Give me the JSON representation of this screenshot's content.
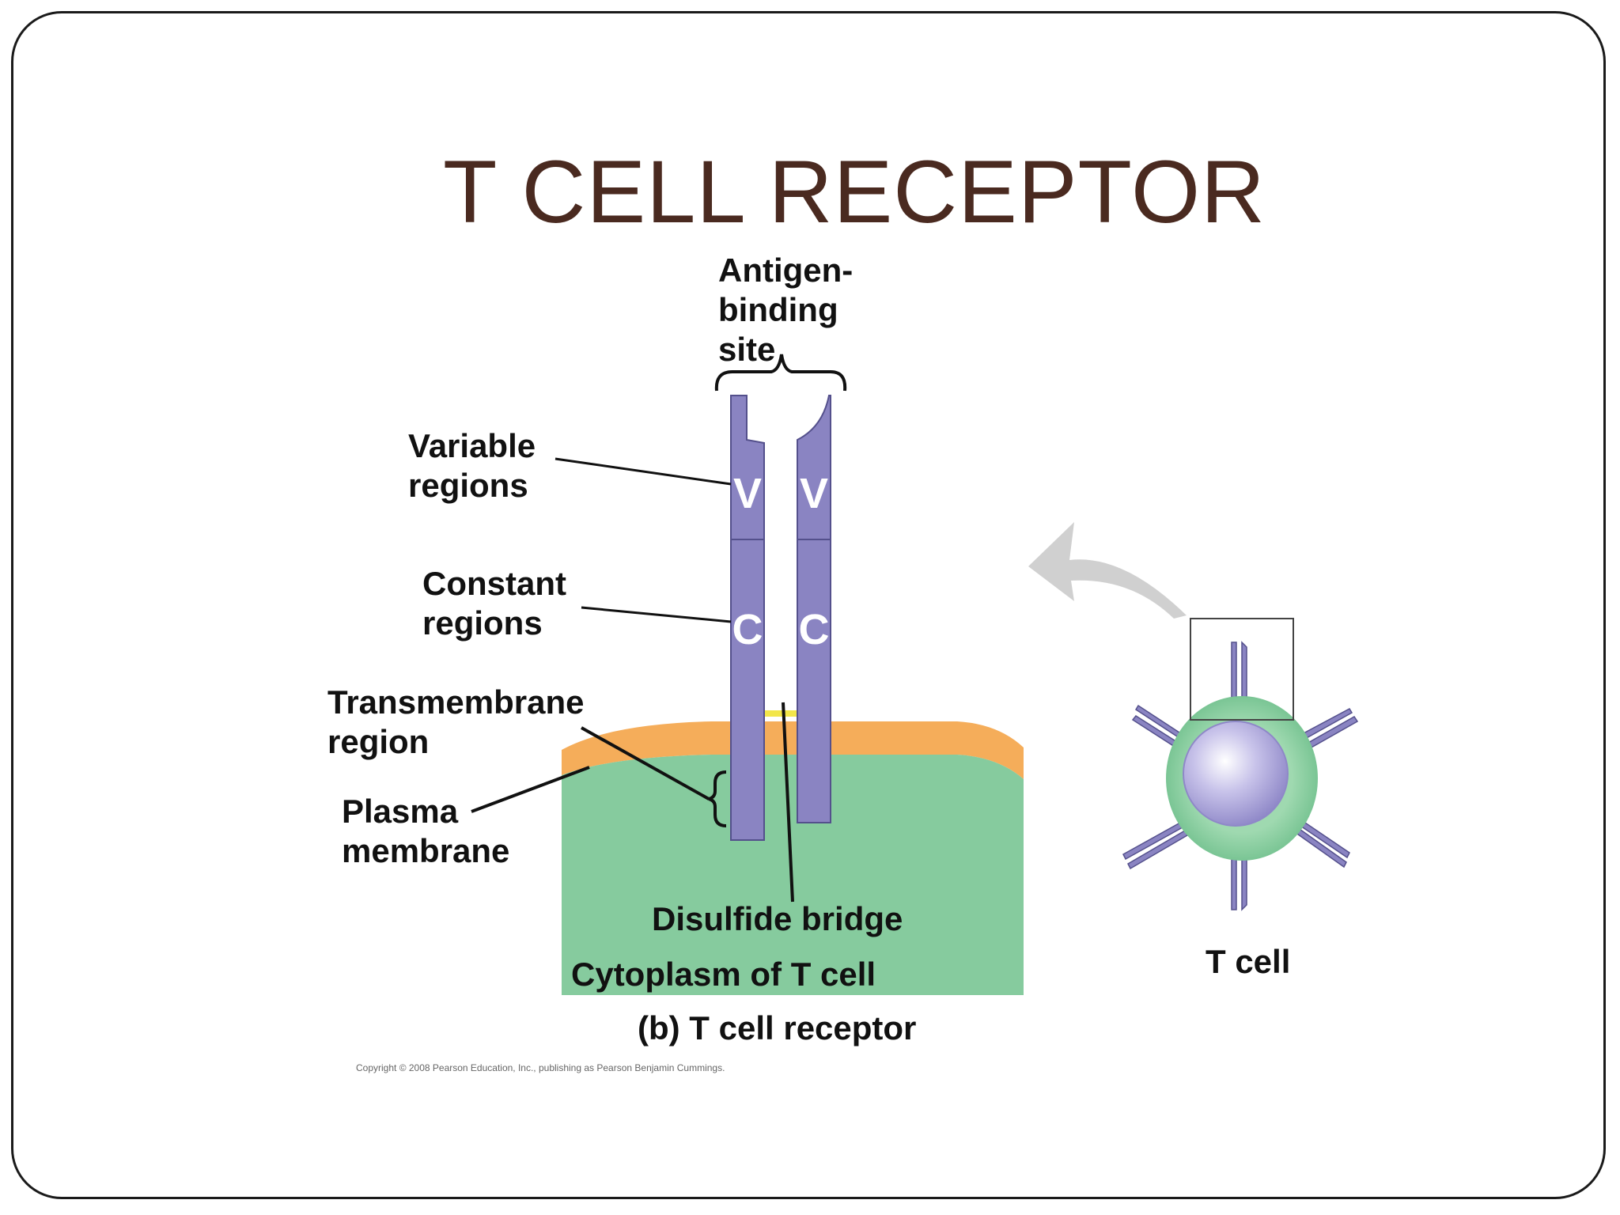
{
  "title": "T CELL RECEPTOR",
  "labels": {
    "antigen_binding_site": [
      "Antigen-",
      "binding",
      "site"
    ],
    "variable_regions": [
      "Variable",
      "regions"
    ],
    "constant_regions": [
      "Constant",
      "regions"
    ],
    "transmembrane_region": [
      "Transmembrane",
      "region"
    ],
    "plasma_membrane": [
      "Plasma",
      "membrane"
    ],
    "disulfide_bridge": "Disulfide bridge",
    "cytoplasm": "Cytoplasm of T cell",
    "caption": "(b) T cell receptor",
    "t_cell": "T cell"
  },
  "domains": {
    "variable": "V",
    "constant": "C"
  },
  "copyright": "Copyright © 2008 Pearson Education, Inc., publishing as Pearson Benjamin Cummings.",
  "colors": {
    "title": "#4a2a20",
    "receptor_chain": "#8a84c2",
    "membrane": "#f5ad5a",
    "cytoplasm": "#86cb9e",
    "cell_body": "#9fd9b0",
    "nucleus": "#b9b4e0",
    "arrow": "#d0d0d0",
    "disulfide": "#f2e64a"
  }
}
